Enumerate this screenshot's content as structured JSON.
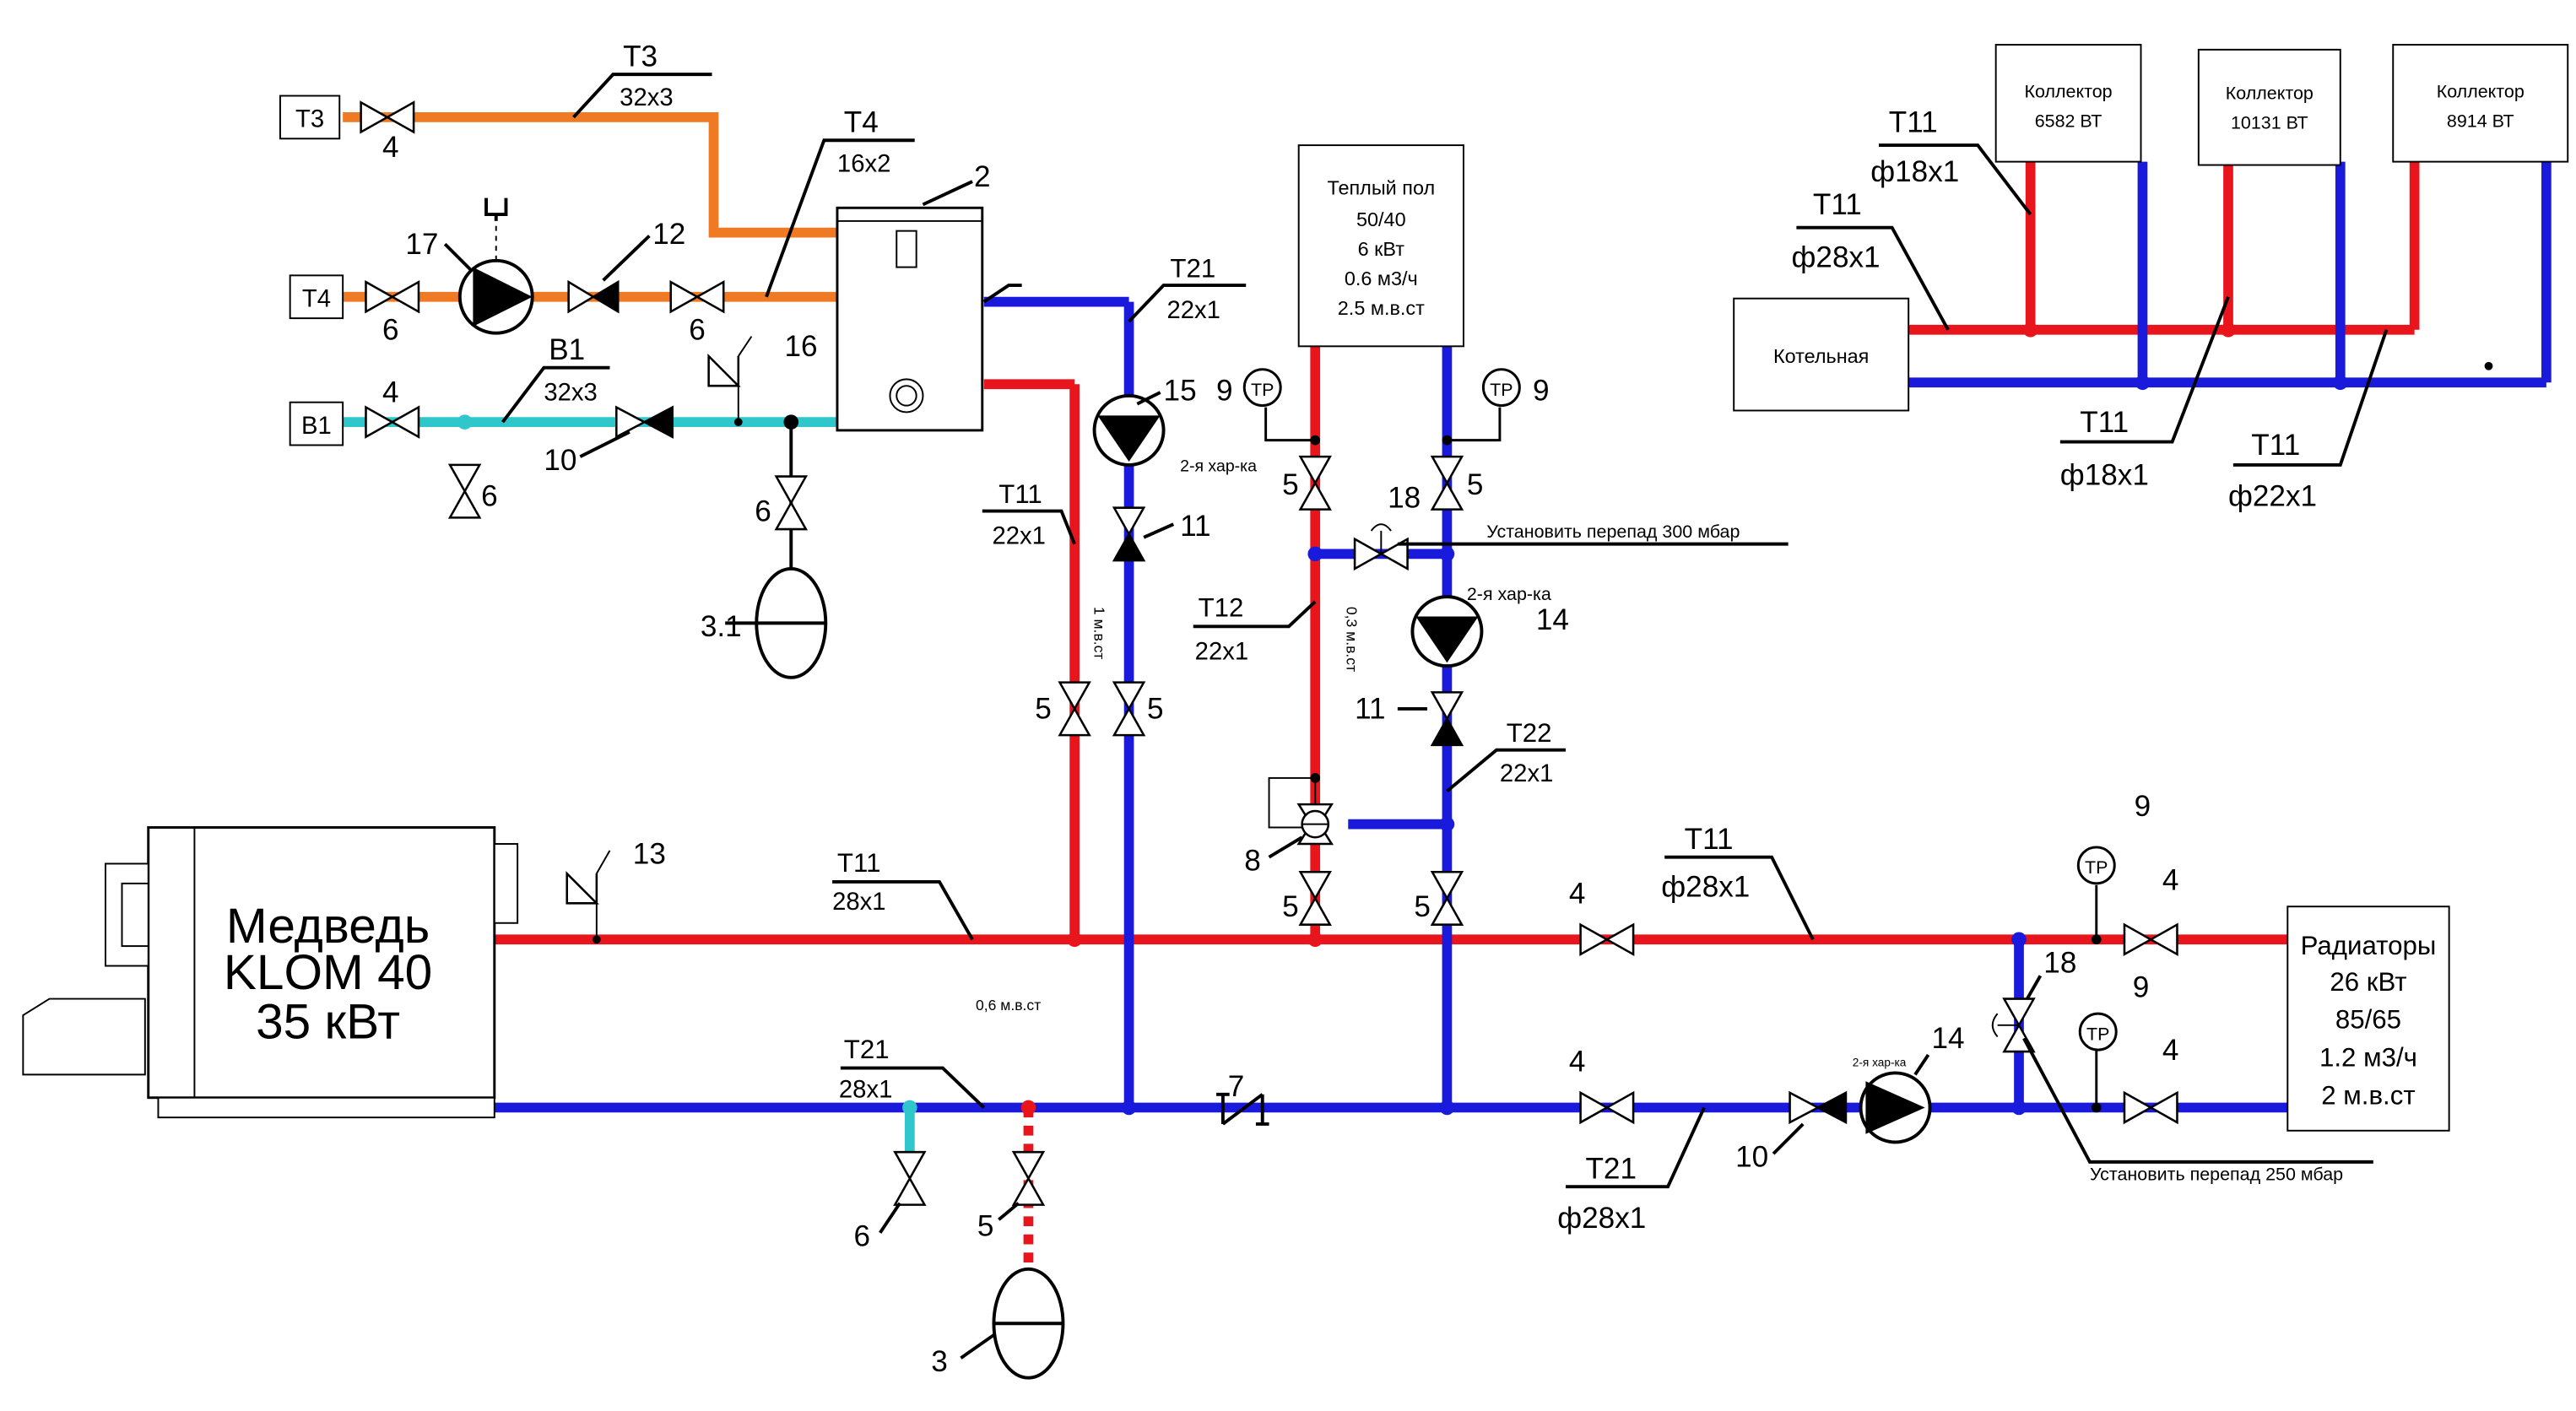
{
  "colors": {
    "supply": "#e8161c",
    "return": "#1a1adc",
    "cold_water": "#2fc7cc",
    "hot_water": "#f07a24"
  },
  "boiler": {
    "name": "Медведь",
    "model": "KLOM 40",
    "power": "35 кВт"
  },
  "boiler_room": {
    "label": "Котельная"
  },
  "collectors": [
    {
      "label": "Коллектор",
      "power": "6582 ВТ"
    },
    {
      "label": "Коллектор",
      "power": "10131 ВТ"
    },
    {
      "label": "Коллектор",
      "power": "8914 ВТ"
    }
  ],
  "floor_heat": {
    "lines": [
      "Теплый пол",
      "50/40",
      "6 кВт",
      "0.6 м3/ч",
      "2.5 м.в.ст"
    ]
  },
  "radiators": {
    "lines": [
      "Радиаторы",
      "26  кВт",
      "85/65",
      "1.2 м3/ч",
      "2 м.в.ст"
    ]
  },
  "terminals": {
    "t3": "Т3",
    "t4": "Т4",
    "b1": "В1"
  },
  "pipes": {
    "t3": {
      "name": "Т3",
      "size": "32х3"
    },
    "t4": {
      "name": "Т4",
      "size": "16х2"
    },
    "b1": {
      "name": "В1",
      "size": "32х3"
    },
    "t21_tank": {
      "name": "Т21",
      "size": "22х1"
    },
    "t11_tank": {
      "name": "Т11",
      "size": "22х1"
    },
    "t12": {
      "name": "Т12",
      "size": "22х1"
    },
    "t22": {
      "name": "Т22",
      "size": "22х1"
    },
    "t11_main": {
      "name": "Т11",
      "size": "28х1"
    },
    "t21_main": {
      "name": "Т21",
      "size": "28х1"
    },
    "t11_rad": {
      "name": "Т11",
      "size": "ф28х1"
    },
    "t21_rad": {
      "name": "Т21",
      "size": "ф28х1"
    },
    "t11_c1": {
      "name": "Т11",
      "size": "ф18х1"
    },
    "t11_c2": {
      "name": "Т11",
      "size": "ф28х1"
    },
    "t11_c3": {
      "name": "Т11",
      "size": "ф18х1"
    },
    "t11_c4": {
      "name": "Т11",
      "size": "ф22х1"
    }
  },
  "notes": {
    "pump_char": "2-я хар-ка",
    "dp_300": "Установить перепад 300 мбар",
    "dp_250": "Установить перепад 250 мбар",
    "head_1": "1 м.в.ст",
    "head_03": "0,3 м.в.ст",
    "head_06": "0,6 м.в.ст",
    "tp": "ТР"
  },
  "numbers": {
    "n2": "2",
    "n3": "3",
    "n31": "3.1",
    "n4": "4",
    "n5": "5",
    "n6": "6",
    "n7": "7",
    "n8": "8",
    "n9": "9",
    "n10": "10",
    "n11": "11",
    "n12": "12",
    "n13": "13",
    "n14": "14",
    "n15": "15",
    "n16": "16",
    "n17": "17",
    "n18": "18"
  }
}
